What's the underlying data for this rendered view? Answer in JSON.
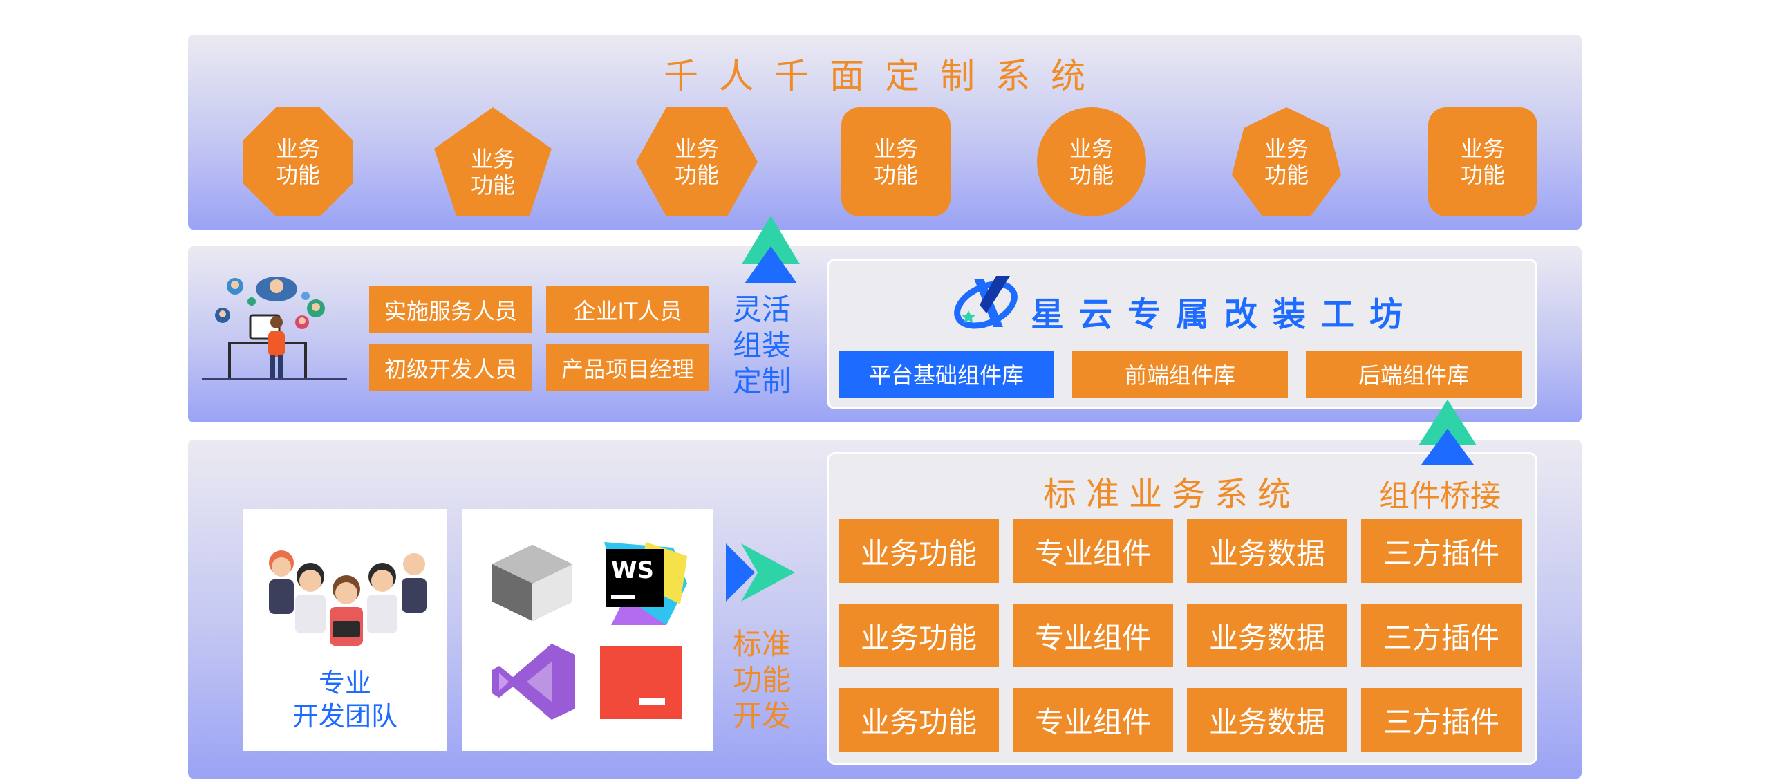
{
  "top": {
    "title": "千人千面定制系统",
    "shapes": [
      "业务\n功能",
      "业务\n功能",
      "业务\n功能",
      "业务\n功能",
      "业务\n功能",
      "业务\n功能",
      "业务\n功能"
    ]
  },
  "middle": {
    "roles": [
      "实施服务人员",
      "企业IT人员",
      "初级开发人员",
      "产品项目经理"
    ],
    "flex_label": "灵活\n组装\n定制",
    "workshop_title": "星云专属改装工坊",
    "libraries": [
      "平台基础组件库",
      "前端组件库",
      "后端组件库"
    ]
  },
  "bottom": {
    "team_label": "专业\n开发团队",
    "dev_label": "标准\n功能\n开发",
    "system_title": "标准业务系统",
    "bridge_label": "组件桥接",
    "grid": [
      [
        "业务功能",
        "专业组件",
        "业务数据",
        "三方插件"
      ],
      [
        "业务功能",
        "专业组件",
        "业务数据",
        "三方插件"
      ],
      [
        "业务功能",
        "专业组件",
        "业务数据",
        "三方插件"
      ]
    ]
  },
  "colors": {
    "orange": "#f08c28",
    "blue": "#1e6bff",
    "teal": "#2fd3a8"
  },
  "icons": [
    "people-network-icon",
    "dev-team-icon",
    "cube-ide-icon",
    "webstorm-icon",
    "visual-studio-icon",
    "terminal-icon",
    "up-arrow-icon",
    "right-arrow-icon",
    "xingyun-logo-icon"
  ]
}
